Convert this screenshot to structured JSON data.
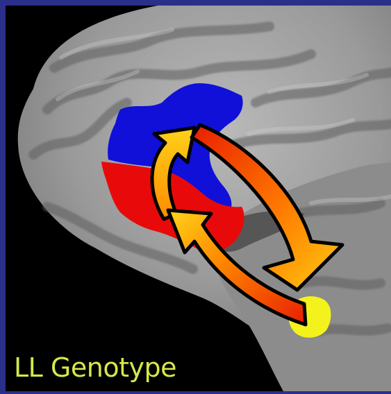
{
  "caption": "LL Genotype",
  "colors": {
    "frame": "#2a2f8a",
    "background": "#000000",
    "cortex": "#8f8f8f",
    "region_blue": "#1010d8",
    "region_red": "#e80a0a",
    "region_yellow": "#f4f21c",
    "arrow_light": "#ffd21a",
    "arrow_dark": "#e81e00",
    "caption": "#d6e84a"
  },
  "regions": [
    {
      "name": "blue-region",
      "color": "#1010d8"
    },
    {
      "name": "red-region",
      "color": "#e80a0a"
    },
    {
      "name": "yellow-region",
      "color": "#f4f21c"
    }
  ],
  "arrows": [
    "upward-curved-arrow",
    "long-double-curved-arrow"
  ]
}
